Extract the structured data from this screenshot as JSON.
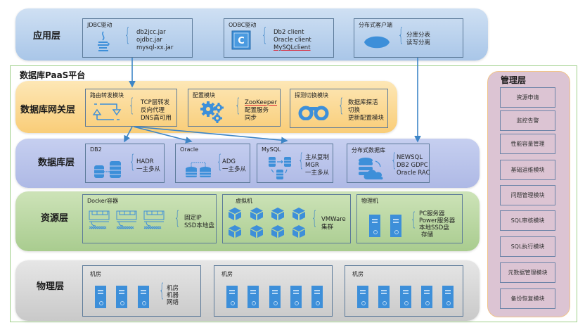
{
  "app_layer": {
    "title": "应用层",
    "modules": [
      {
        "title": "JDBC驱动",
        "icon": "java-icon",
        "lines": [
          "db2jcc.jar",
          "ojdbc.jar",
          "mysql-xx.jar"
        ]
      },
      {
        "title": "ODBC驱动",
        "icon": "c-icon",
        "lines": [
          "Db2 client",
          "Oracle client",
          "MySQLclient"
        ]
      },
      {
        "title": "分布式客户端",
        "icon": "lemon-icon",
        "lines": [
          "分库分表",
          "读写分离"
        ]
      }
    ]
  },
  "platform": {
    "title": "数据库PaaS平台"
  },
  "gateway_layer": {
    "title": "数据库网关层",
    "modules": [
      {
        "title": "路由转发模块",
        "icon": "routing-icon",
        "lines": [
          "TCP层转发",
          "反向代理",
          "DNS高可用"
        ]
      },
      {
        "title": "配置模块",
        "icon": "gears-icon",
        "lines": [
          "ZooKeeper",
          "配置服务",
          "同步"
        ]
      },
      {
        "title": "探测切换模块",
        "icon": "binoculars-icon",
        "lines": [
          "数据库探活",
          "切换",
          "更新配置模块"
        ]
      }
    ]
  },
  "db_layer": {
    "title": "数据库层",
    "modules": [
      {
        "title": "DB2",
        "icon": "db-replication-icon",
        "lines": [
          "HADR",
          "一主多从"
        ]
      },
      {
        "title": "Oracle",
        "icon": "db-sync-icon",
        "lines": [
          "ADG",
          "一主多从"
        ]
      },
      {
        "title": "MySQL",
        "icon": "db-cluster-icon",
        "lines": [
          "主从复制",
          "MGR",
          "一主多从"
        ]
      },
      {
        "title": "分布式数据库",
        "icon": "cloud-db-icon",
        "lines": [
          "NEWSQL",
          "DB2 GDPC",
          "Oracle RAC"
        ]
      }
    ]
  },
  "resource_layer": {
    "title": "资源层",
    "modules": [
      {
        "title": "Docker容器",
        "icon": "container-icon",
        "lines": [
          "固定IP",
          "SSD本地盘"
        ]
      },
      {
        "title": "虚拟机",
        "icon": "cube-icon",
        "lines": [
          "VMWare",
          "集群"
        ]
      },
      {
        "title": "物理机",
        "icon": "server-icon",
        "lines": [
          "PC服务器",
          "Power服务器",
          "本地SSD盘",
          "存储"
        ]
      }
    ]
  },
  "physical_layer": {
    "title": "物理层",
    "modules": [
      {
        "title": "机房",
        "server_count": 3,
        "lines": [
          "机房",
          "机器",
          "网络"
        ]
      },
      {
        "title": "机房",
        "server_count": 5,
        "lines": []
      },
      {
        "title": "机房",
        "server_count": 5,
        "lines": []
      }
    ]
  },
  "management_layer": {
    "title": "管理层",
    "items": [
      "资源申请",
      "监控告警",
      "性能容量管理",
      "基础运维模块",
      "问题管理模块",
      "SQL审核模块",
      "SQL执行模块",
      "元数据管理模块",
      "备份恢复模块"
    ]
  },
  "colors": {
    "accent_blue": "#3d8fd9",
    "app_band": "#b9d1ed",
    "gateway_band": "#fbd891",
    "db_band": "#b9c3ea",
    "resource_band": "#b8d6a0",
    "physical_band": "#d6d6d6",
    "management_band": "#dcc4d3",
    "platform_border": "#9fd08a"
  }
}
